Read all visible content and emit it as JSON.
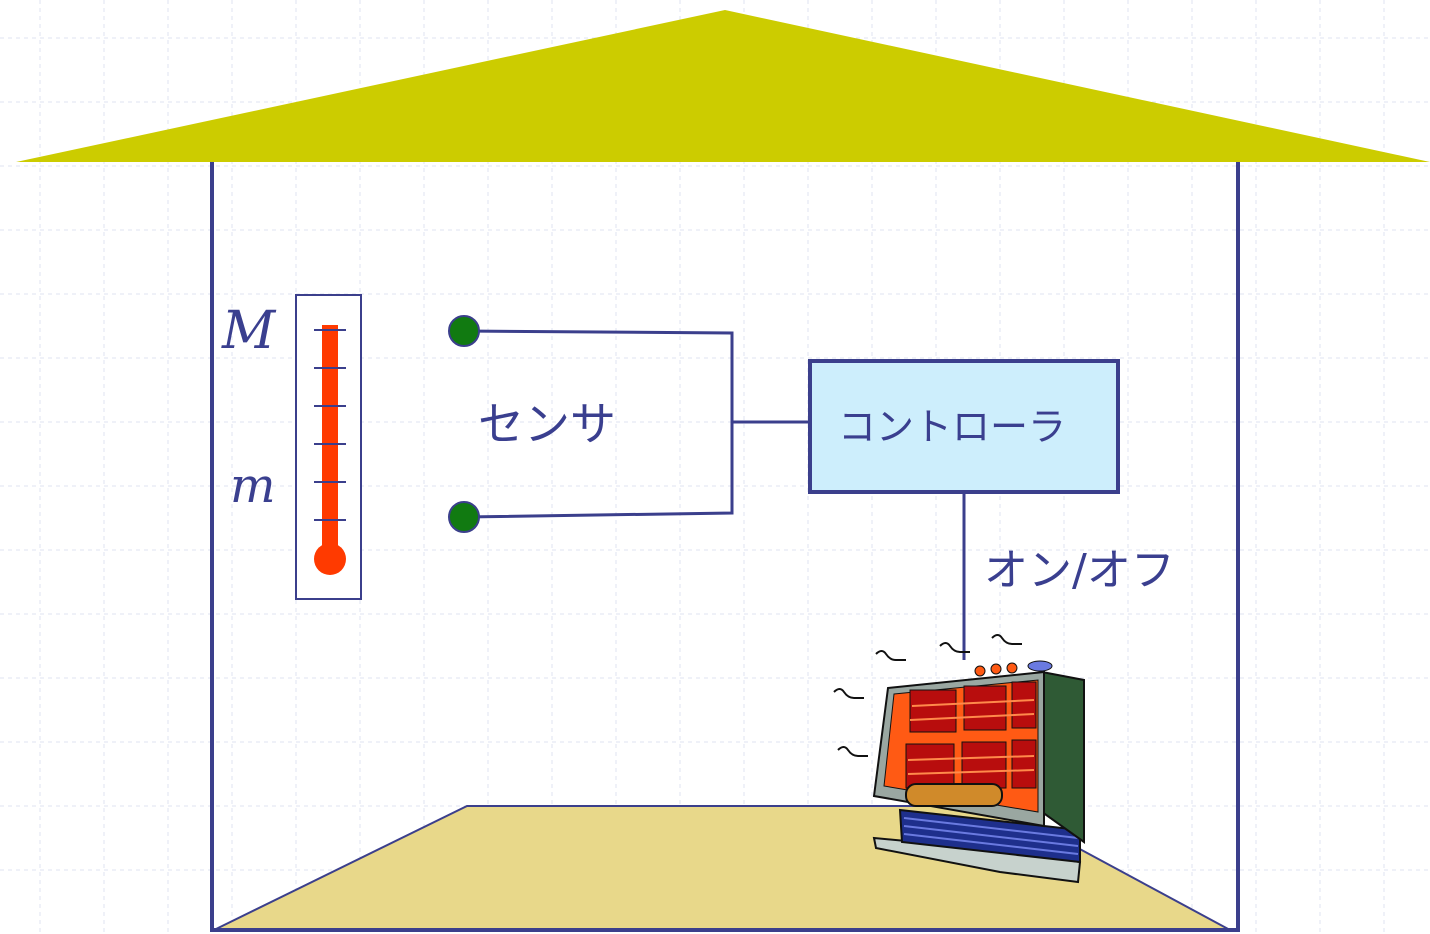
{
  "labels": {
    "sensor": "センサ",
    "controller": "コントローラ",
    "switch": "オン/オフ",
    "thermo_max": "M",
    "thermo_min": "m"
  },
  "colors": {
    "roof": "#cccc00",
    "walls": "#3b3f8c",
    "floor": "#e8d88a",
    "controller_fill": "#cdeefc",
    "sensor_dot": "#117a11",
    "mercury": "#ff3a00",
    "label_text": "#3a3f8f"
  },
  "icons": {
    "heater": "electric-heater-icon",
    "thermometer": "thermometer-icon"
  }
}
